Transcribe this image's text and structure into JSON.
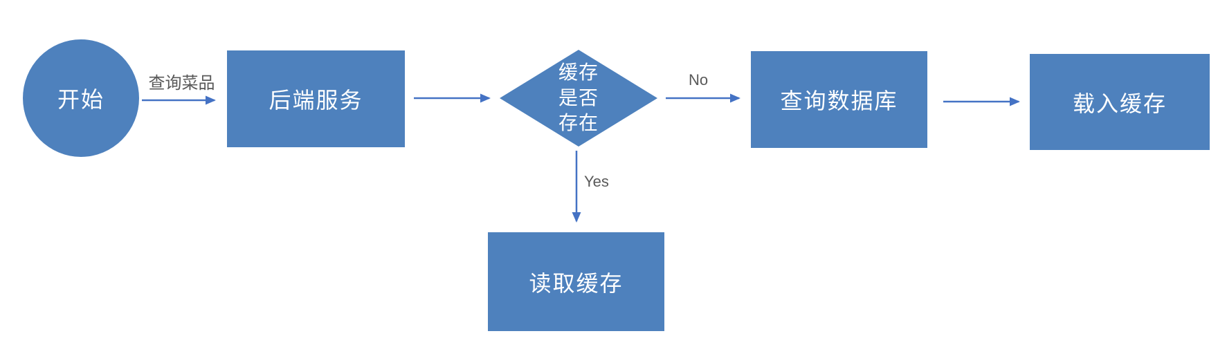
{
  "diagram": {
    "type": "flowchart",
    "nodes": {
      "start": {
        "shape": "circle",
        "label": "开始"
      },
      "backend": {
        "shape": "rect",
        "label": "后端服务"
      },
      "decision": {
        "shape": "diamond",
        "label": "缓存是否存在",
        "lines": [
          "缓存",
          "是否",
          "存在"
        ]
      },
      "query_db": {
        "shape": "rect",
        "label": "查询数据库"
      },
      "load_cache": {
        "shape": "rect",
        "label": "载入缓存"
      },
      "read_cache": {
        "shape": "rect",
        "label": "读取缓存"
      }
    },
    "edges": {
      "start_to_backend": {
        "from": "start",
        "to": "backend",
        "label": "查询菜品"
      },
      "backend_to_decision": {
        "from": "backend",
        "to": "decision",
        "label": ""
      },
      "decision_to_query_db": {
        "from": "decision",
        "to": "query_db",
        "label": "No"
      },
      "query_db_to_load_cache": {
        "from": "query_db",
        "to": "load_cache",
        "label": ""
      },
      "decision_to_read_cache": {
        "from": "decision",
        "to": "read_cache",
        "label": "Yes"
      }
    },
    "colors": {
      "node_fill": "#4E81BD",
      "node_text": "#FFFFFF",
      "arrow": "#4472C4",
      "edge_label_text": "#595959",
      "background": "#FFFFFF"
    }
  }
}
